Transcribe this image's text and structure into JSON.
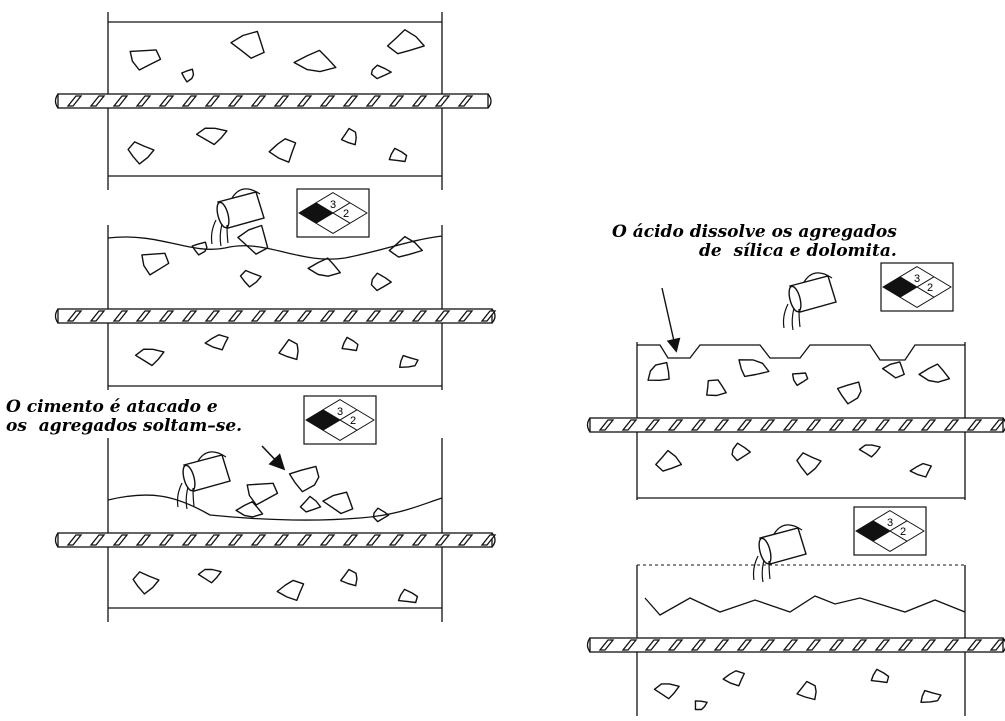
{
  "colors": {
    "ink": "#111111",
    "paper": "#ffffff"
  },
  "captions": {
    "cement_attacked": "O cimento é atacado e\nos  agregados soltam–se.",
    "acid_dissolves": "O ácido dissolve os agregados\n     de  sílica e dolomita."
  },
  "hazard_label": {
    "top": "3",
    "right": "2",
    "left_fill": "black"
  },
  "panels": [
    {
      "id": "panel-intact",
      "surface": "flat"
    },
    {
      "id": "panel-acid-poured",
      "surface": "wavy"
    },
    {
      "id": "panel-cement-attacked",
      "surface": "eroded"
    },
    {
      "id": "panel-aggregates-dissolved",
      "surface": "pitted"
    },
    {
      "id": "panel-final-erosion",
      "surface": "deep-erosion"
    }
  ],
  "icons": [
    "bucket-icon",
    "hazard-diamond-icon",
    "arrow-icon",
    "rebar-icon",
    "aggregate-icon"
  ]
}
